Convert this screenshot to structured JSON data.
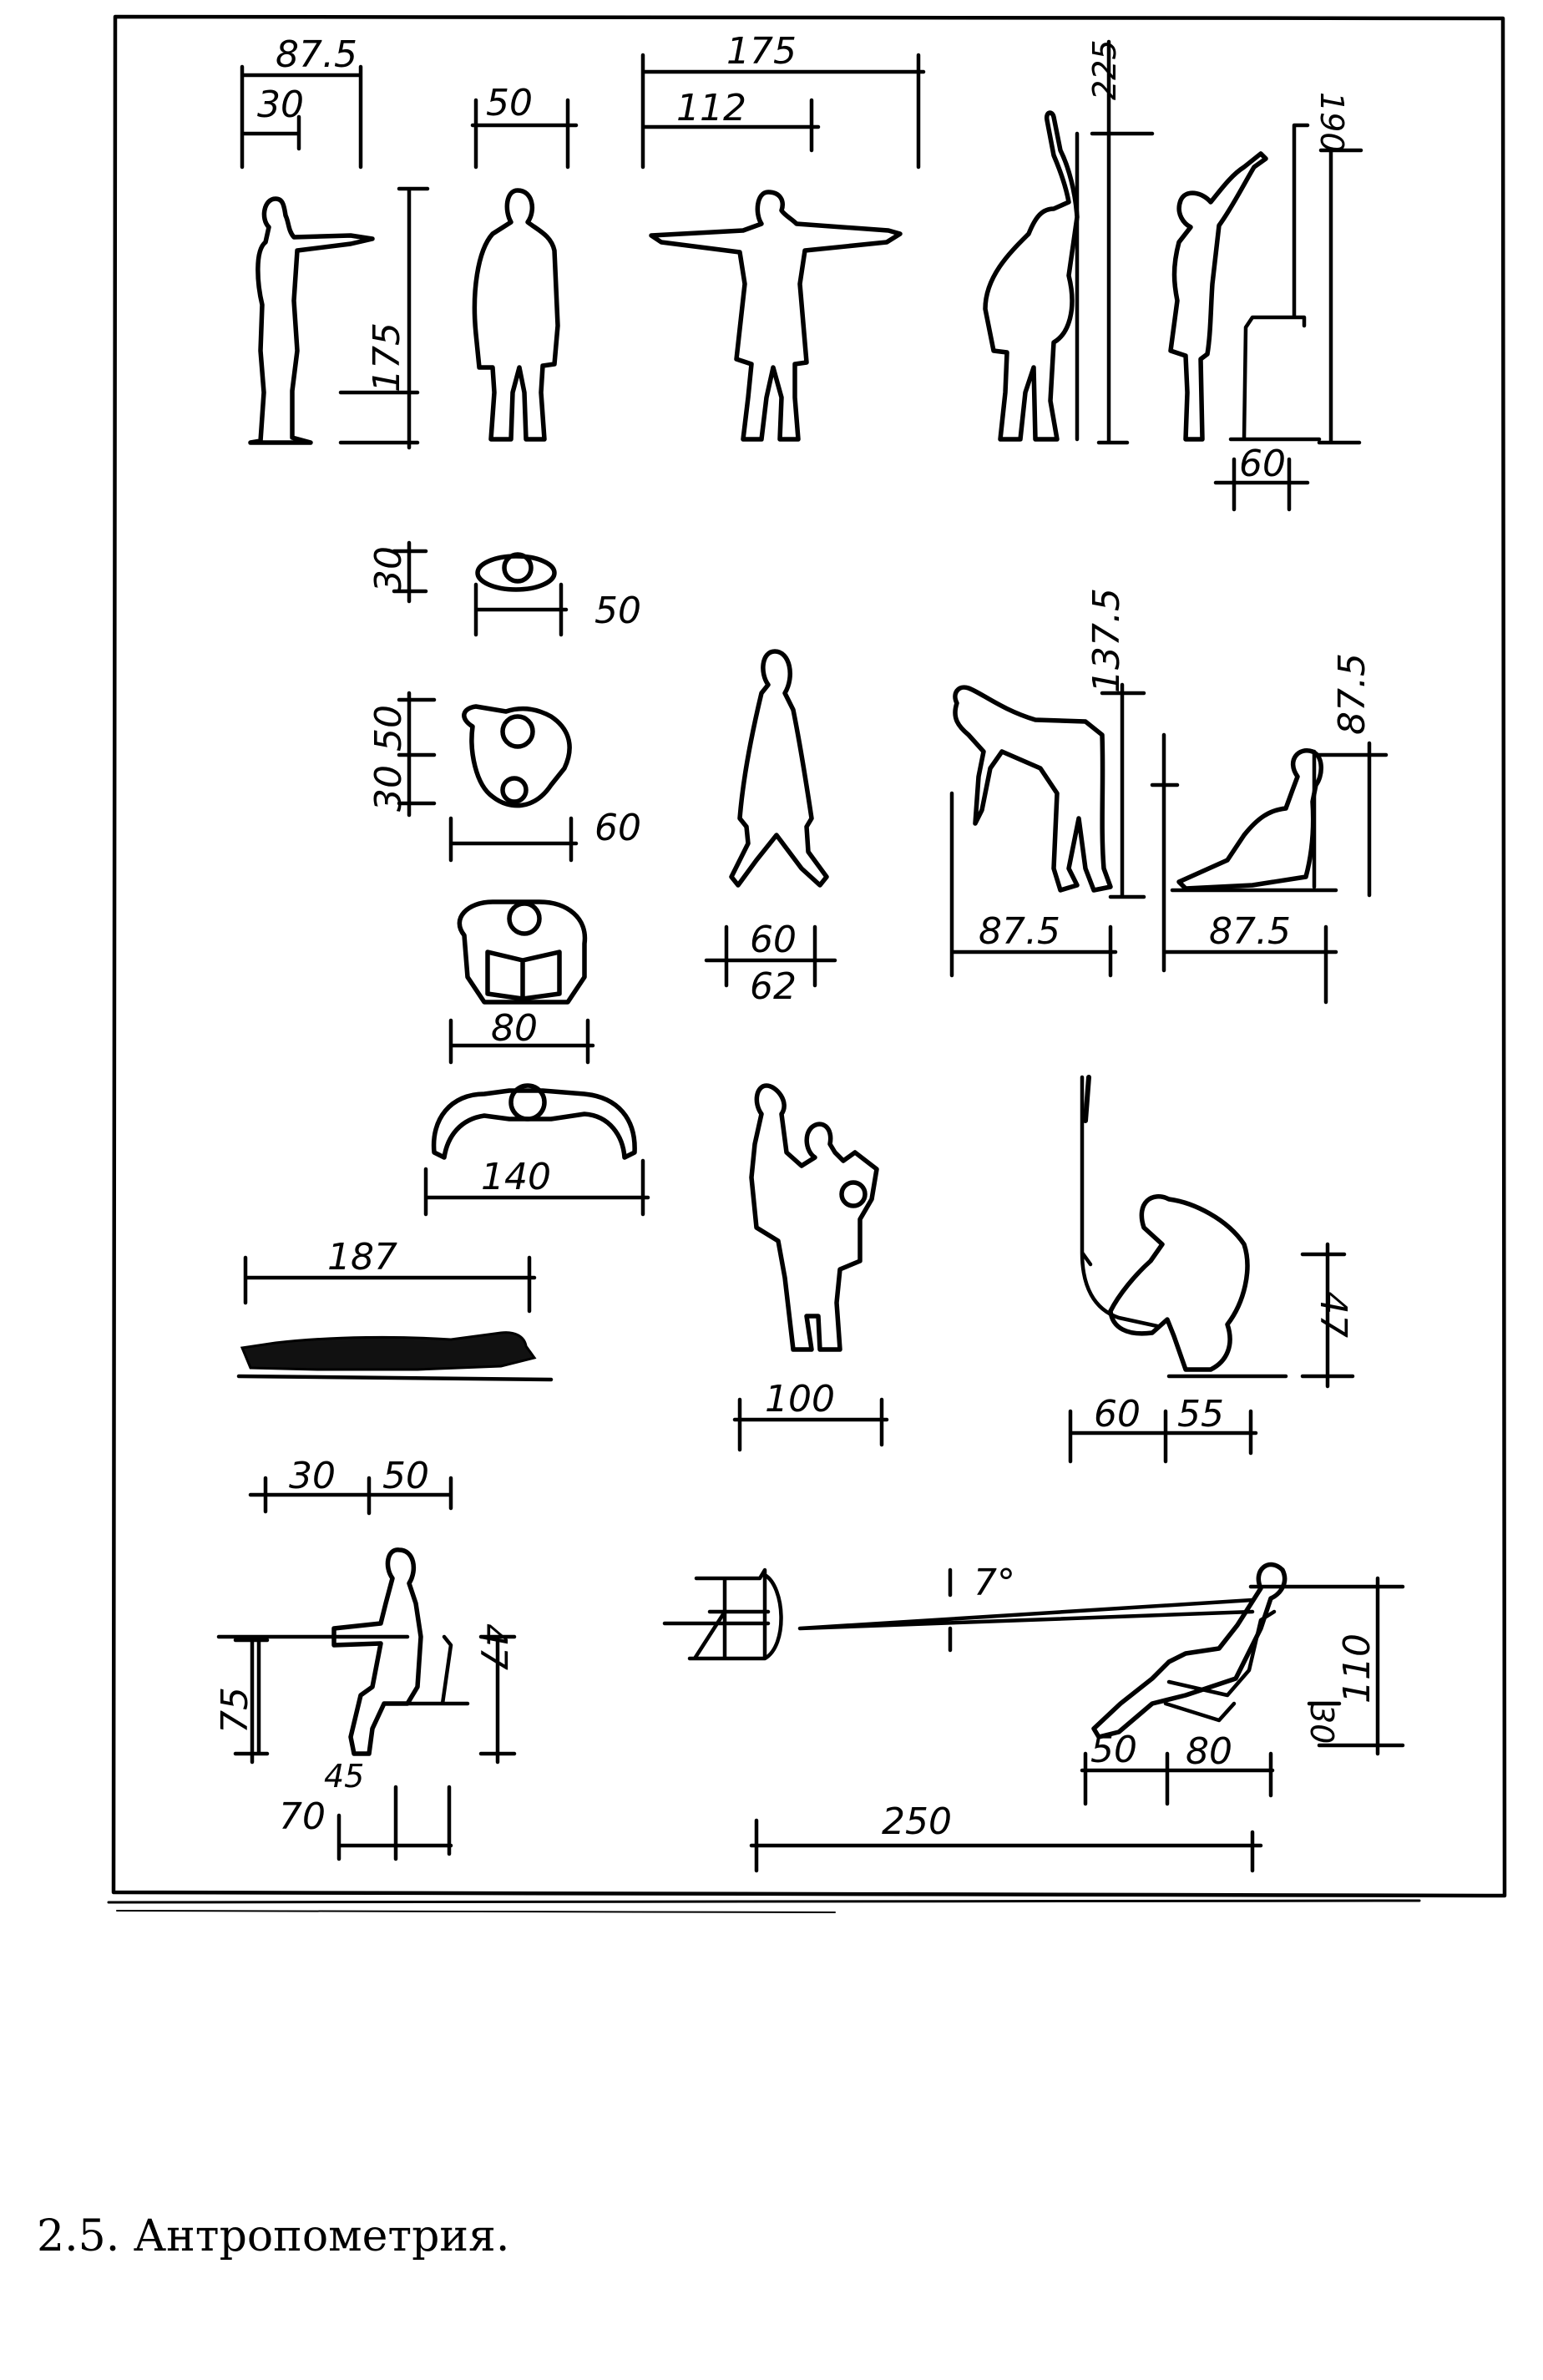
{
  "caption": "2.5. Антропометрия.",
  "dimensions": {
    "reach_forward": "87.5",
    "body_depth": "30",
    "shoulder_width": "50",
    "arm_span": "175",
    "shoulder_span": "112",
    "standing_height": "175",
    "reach_up": "225",
    "reach_up_woman": "190",
    "wall_distance": "60",
    "head_depth": "30",
    "head_width": "50",
    "seated_depth_a": "50",
    "seated_depth_b": "30",
    "seated_width": "60",
    "walking_width_a": "60",
    "walking_width_b": "62",
    "bent_height": "137.5",
    "bent_length": "87.5",
    "sitting_floor_height": "87.5",
    "sitting_floor_length": "87.5",
    "reading_width": "80",
    "elbows_width": "140",
    "lying_length": "187",
    "gesture_width": "100",
    "crouch_height": "47",
    "crouch_a": "60",
    "crouch_b": "55",
    "desk_a": "30",
    "desk_b": "50",
    "desk_height": "75",
    "seat_height": "47",
    "desk_c": "45",
    "desk_d": "70",
    "view_angle": "7°",
    "view_distance": "250",
    "chair_a": "50",
    "chair_b": "80",
    "chair_height": "110",
    "chair_seat": "30"
  }
}
